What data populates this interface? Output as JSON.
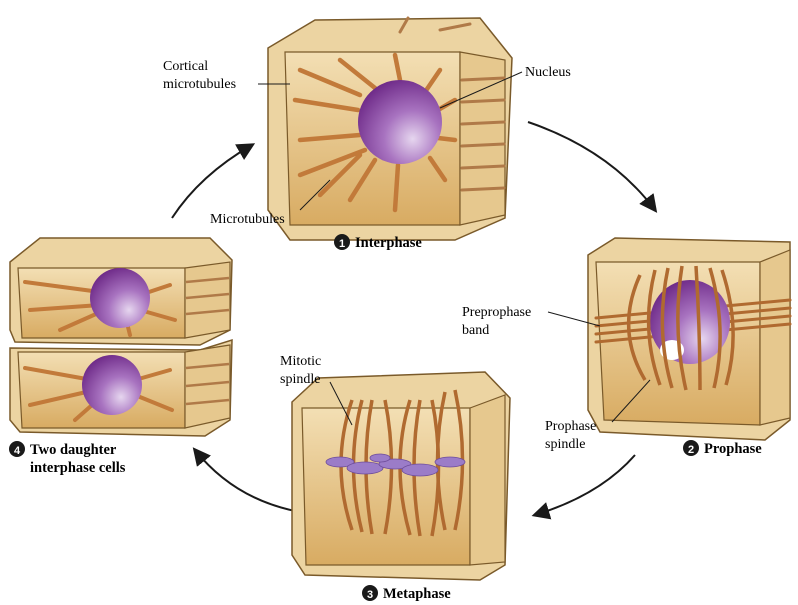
{
  "labels": {
    "cortical_microtubules": [
      "Cortical",
      "microtubules"
    ],
    "nucleus": "Nucleus",
    "microtubules": "Microtubules",
    "preprophase_band": [
      "Preprophase",
      "band"
    ],
    "prophase_spindle": [
      "Prophase",
      "spindle"
    ],
    "mitotic_spindle": [
      "Mitotic",
      "spindle"
    ]
  },
  "stages": [
    {
      "number": "1",
      "name": "Interphase"
    },
    {
      "number": "2",
      "name": "Prophase"
    },
    {
      "number": "3",
      "name": "Metaphase"
    },
    {
      "number": "4",
      "name": [
        "Two daughter",
        "interphase cells"
      ]
    }
  ],
  "colors": {
    "cell_fill": "#ecd4a2",
    "cell_inner": "#ddb46a",
    "cell_outline": "#7a5a2a",
    "microtubule": "#c27a3a",
    "microtubule_dark": "#8a4a1a",
    "nucleus": "#8a3fa0",
    "nucleus_light": "#d9c0e8",
    "chromosome": "#9b7cc8",
    "badge": "#1a1a1a"
  }
}
